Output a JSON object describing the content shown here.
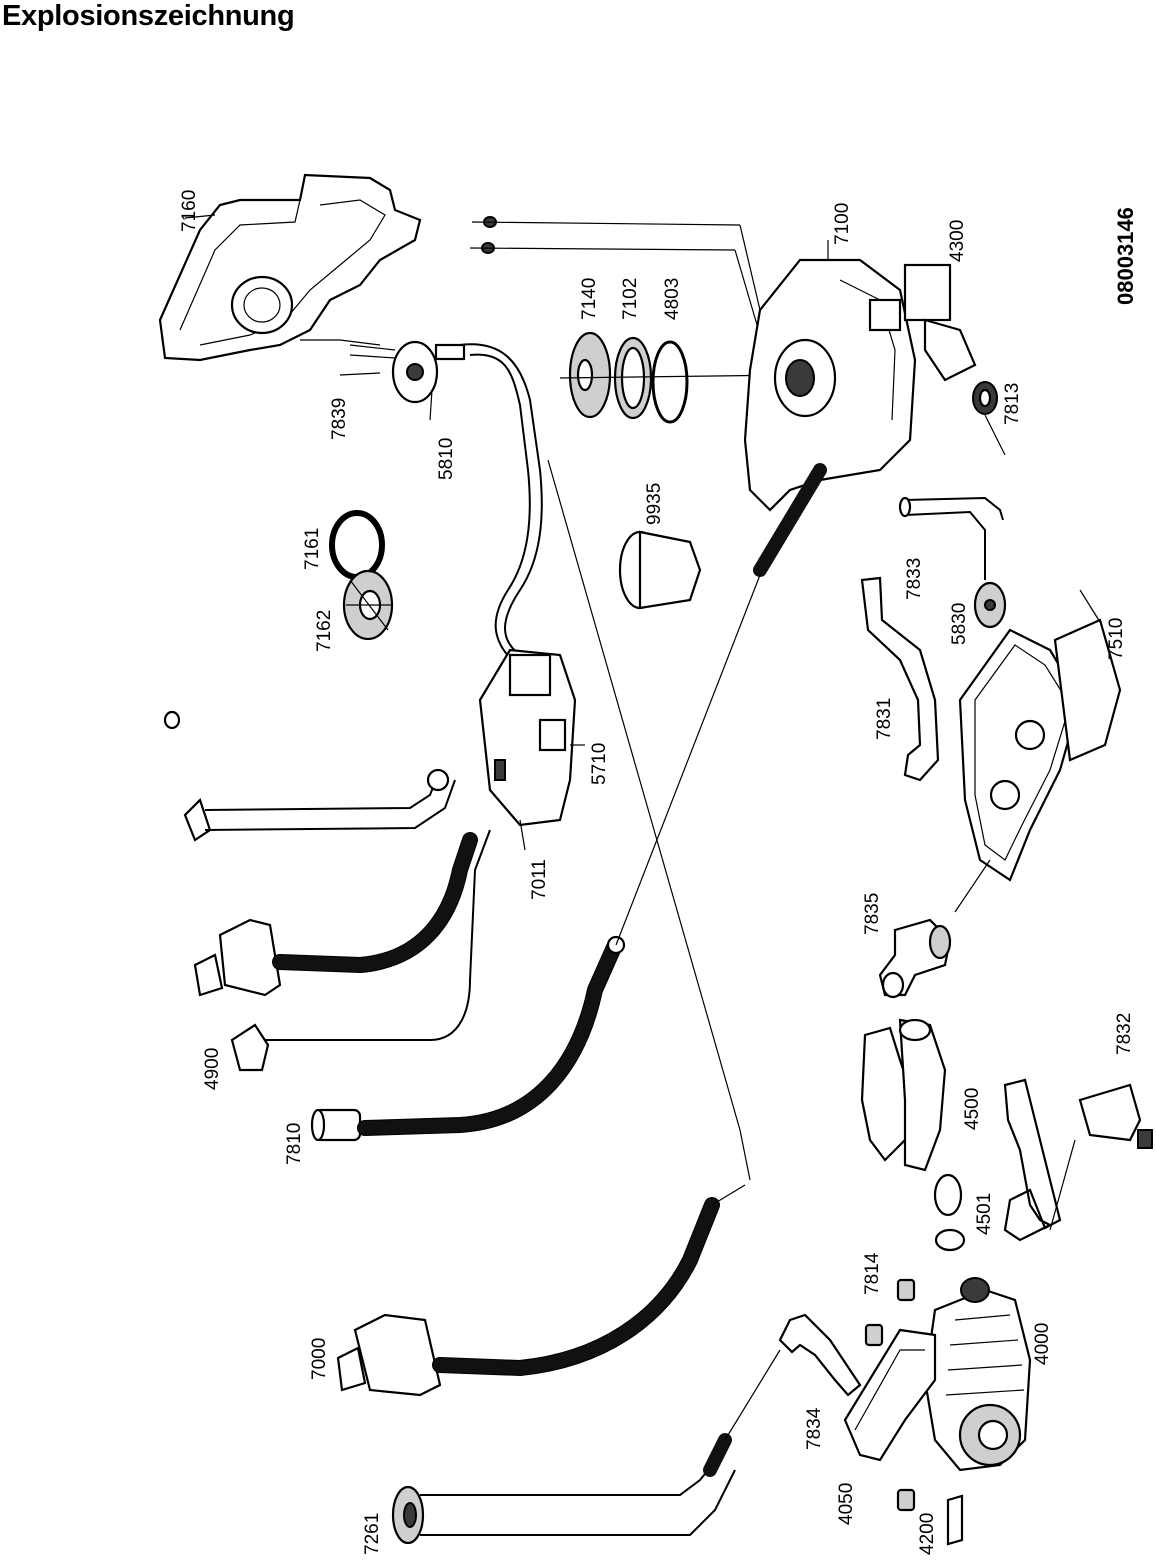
{
  "title": "Explosionszeichnung",
  "document_number": "08003146",
  "part_labels": {
    "p7160": "7160",
    "p7839": "7839",
    "p5810": "5810",
    "p7161": "7161",
    "p7162": "7162",
    "p7140": "7140",
    "p7102": "7102",
    "p4803": "4803",
    "p9935": "9935",
    "p7100": "7100",
    "p4300": "4300",
    "p7813": "7813",
    "p5710": "5710",
    "p7011": "7011",
    "p4900": "4900",
    "p7810": "7810",
    "p7000": "7000",
    "p7261": "7261",
    "p7833": "7833",
    "p5830": "5830",
    "p7510": "7510",
    "p7831": "7831",
    "p7835": "7835",
    "p7832": "7832",
    "p4500": "4500",
    "p4501": "4501",
    "p7814": "7814",
    "p4000": "4000",
    "p7834": "7834",
    "p4050": "4050",
    "p4200": "4200"
  }
}
